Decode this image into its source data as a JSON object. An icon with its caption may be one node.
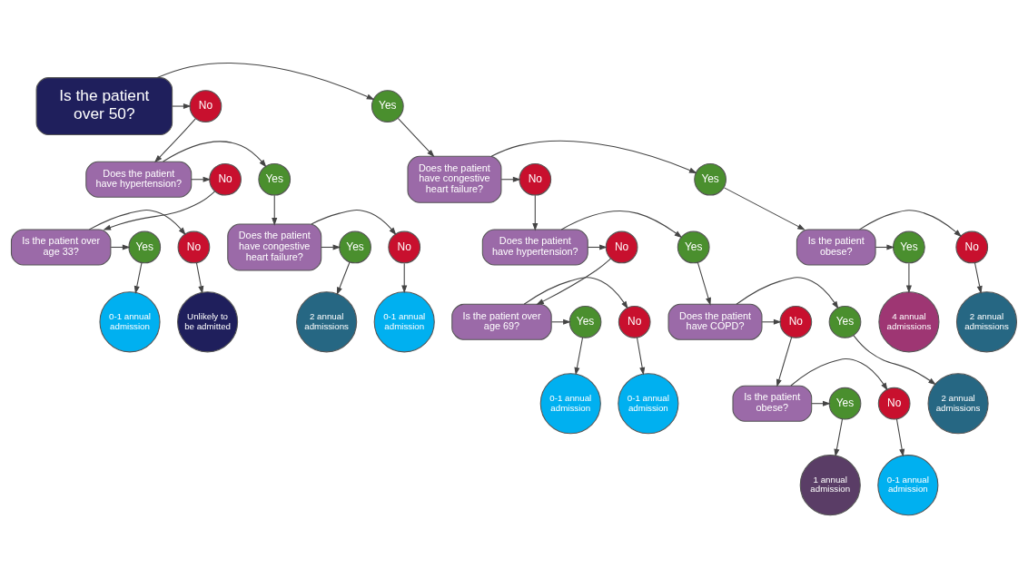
{
  "diagram": {
    "nodes": [
      {
        "text": [
          "Is the patient over 50?"
        ]
      },
      {
        "text": [
          "No"
        ]
      },
      {
        "text": [
          "Yes"
        ]
      },
      {
        "text": [
          "Does the patient have hypertension?"
        ]
      },
      {
        "text": [
          "Does the patient have congestive heart failure?"
        ]
      },
      {
        "text": [
          "No"
        ]
      },
      {
        "text": [
          "Yes"
        ]
      },
      {
        "text": [
          "No"
        ]
      },
      {
        "text": [
          "Yes"
        ]
      },
      {
        "text": [
          "Is the patient over age 33?"
        ]
      },
      {
        "text": [
          "Does the patient have congestive heart failure?"
        ]
      },
      {
        "text": [
          "Does the patient have hypertension?"
        ]
      },
      {
        "text": [
          "Is the patient obese?"
        ]
      },
      {
        "text": [
          "No"
        ]
      },
      {
        "text": [
          "Yes"
        ]
      },
      {
        "text": [
          "No"
        ]
      },
      {
        "text": [
          "Yes"
        ]
      },
      {
        "text": [
          "No"
        ]
      },
      {
        "text": [
          "Yes"
        ]
      },
      {
        "text": [
          "No"
        ]
      },
      {
        "text": [
          "Yes"
        ]
      },
      {
        "text": [
          "Unlikely to be admitted"
        ]
      },
      {
        "text": [
          "0-1 annual admission"
        ]
      },
      {
        "text": [
          "0-1 annual admission"
        ]
      },
      {
        "text": [
          "2 annual admissions"
        ]
      },
      {
        "text": [
          "Is the patient over age 69?"
        ]
      },
      {
        "text": [
          "Does the patient have COPD?"
        ]
      },
      {
        "text": [
          "2 annual admissions"
        ]
      },
      {
        "text": [
          "4 annual admissions"
        ]
      },
      {
        "text": [
          "No"
        ]
      },
      {
        "text": [
          "Yes"
        ]
      },
      {
        "text": [
          "No"
        ]
      },
      {
        "text": [
          "Yes"
        ]
      },
      {
        "text": [
          "0-1 annual admission"
        ]
      },
      {
        "text": [
          "0-1 annual admission"
        ]
      },
      {
        "text": [
          "Is the patient obese?"
        ]
      },
      {
        "text": [
          "2 annual admissions"
        ]
      },
      {
        "text": [
          "No"
        ]
      },
      {
        "text": [
          "Yes"
        ]
      },
      {
        "text": [
          "0-1 annual admission"
        ]
      },
      {
        "text": [
          "1 annual admission"
        ]
      }
    ],
    "edges": [
      {
        "from": 0,
        "to": 1,
        "arrow": "to"
      },
      {
        "from": 0,
        "to": 2,
        "arrow": "to"
      },
      {
        "from": 1,
        "to": 3,
        "arrow": "to"
      },
      {
        "from": 2,
        "to": 4,
        "arrow": "to"
      },
      {
        "from": 3,
        "to": 5,
        "arrow": "to"
      },
      {
        "from": 3,
        "to": 6,
        "arrow": "to"
      },
      {
        "from": 4,
        "to": 7,
        "arrow": "to"
      },
      {
        "from": 4,
        "to": 8,
        "arrow": "to"
      },
      {
        "from": 5,
        "to": 9,
        "arrow": "to"
      },
      {
        "from": 6,
        "to": 10,
        "arrow": "to"
      },
      {
        "from": 7,
        "to": 11,
        "arrow": "to"
      },
      {
        "from": 8,
        "to": 12,
        "arrow": "to"
      },
      {
        "from": 9,
        "to": 13,
        "arrow": "to"
      },
      {
        "from": 9,
        "to": 14,
        "arrow": "to"
      },
      {
        "from": 10,
        "to": 15,
        "arrow": "to"
      },
      {
        "from": 10,
        "to": 16,
        "arrow": "to"
      },
      {
        "from": 11,
        "to": 17,
        "arrow": "to"
      },
      {
        "from": 11,
        "to": 18,
        "arrow": "to"
      },
      {
        "from": 12,
        "to": 19,
        "arrow": "to"
      },
      {
        "from": 12,
        "to": 20,
        "arrow": "to"
      },
      {
        "from": 13,
        "to": 21,
        "arrow": "to"
      },
      {
        "from": 14,
        "to": 22,
        "arrow": "to"
      },
      {
        "from": 15,
        "to": 23,
        "arrow": "to"
      },
      {
        "from": 16,
        "to": 24,
        "arrow": "to"
      },
      {
        "from": 17,
        "to": 25,
        "arrow": "to"
      },
      {
        "from": 18,
        "to": 26,
        "arrow": "to"
      },
      {
        "from": 19,
        "to": 27,
        "arrow": "to"
      },
      {
        "from": 20,
        "to": 28,
        "arrow": "to"
      },
      {
        "from": 25,
        "to": 29,
        "arrow": "to"
      },
      {
        "from": 25,
        "to": 30,
        "arrow": "to"
      },
      {
        "from": 26,
        "to": 31,
        "arrow": "to"
      },
      {
        "from": 26,
        "to": 32,
        "arrow": "to"
      },
      {
        "from": 29,
        "to": 33,
        "arrow": "to"
      },
      {
        "from": 30,
        "to": 34,
        "arrow": "to"
      },
      {
        "from": 31,
        "to": 35,
        "arrow": "to"
      },
      {
        "from": 32,
        "to": 36,
        "arrow": "to"
      },
      {
        "from": 35,
        "to": 37,
        "arrow": "to"
      },
      {
        "from": 35,
        "to": 38,
        "arrow": "to"
      },
      {
        "from": 37,
        "to": 39,
        "arrow": "to"
      },
      {
        "from": 38,
        "to": 40,
        "arrow": "to"
      }
    ]
  }
}
